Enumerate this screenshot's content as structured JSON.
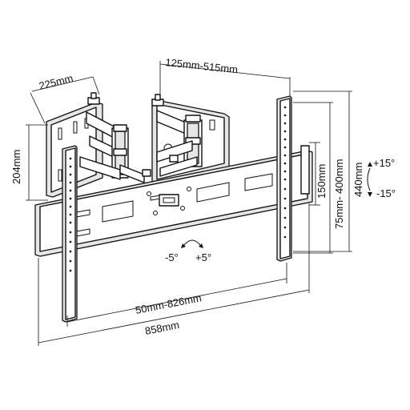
{
  "diagram": {
    "dimensions": {
      "bracket_depth": "225mm",
      "arm_extension": "125mm-515mm",
      "wall_plate_height": "204mm",
      "wall_plate_vertical_holes": "150mm",
      "vesa_vertical": "75mm- 400mm",
      "total_height": "440mm",
      "vesa_horizontal": "50mm-826mm",
      "total_width": "858mm"
    },
    "tilt": {
      "up": "+15°",
      "down": "-15°"
    },
    "swivel": {
      "left": "-5°",
      "right": "+5°"
    }
  }
}
